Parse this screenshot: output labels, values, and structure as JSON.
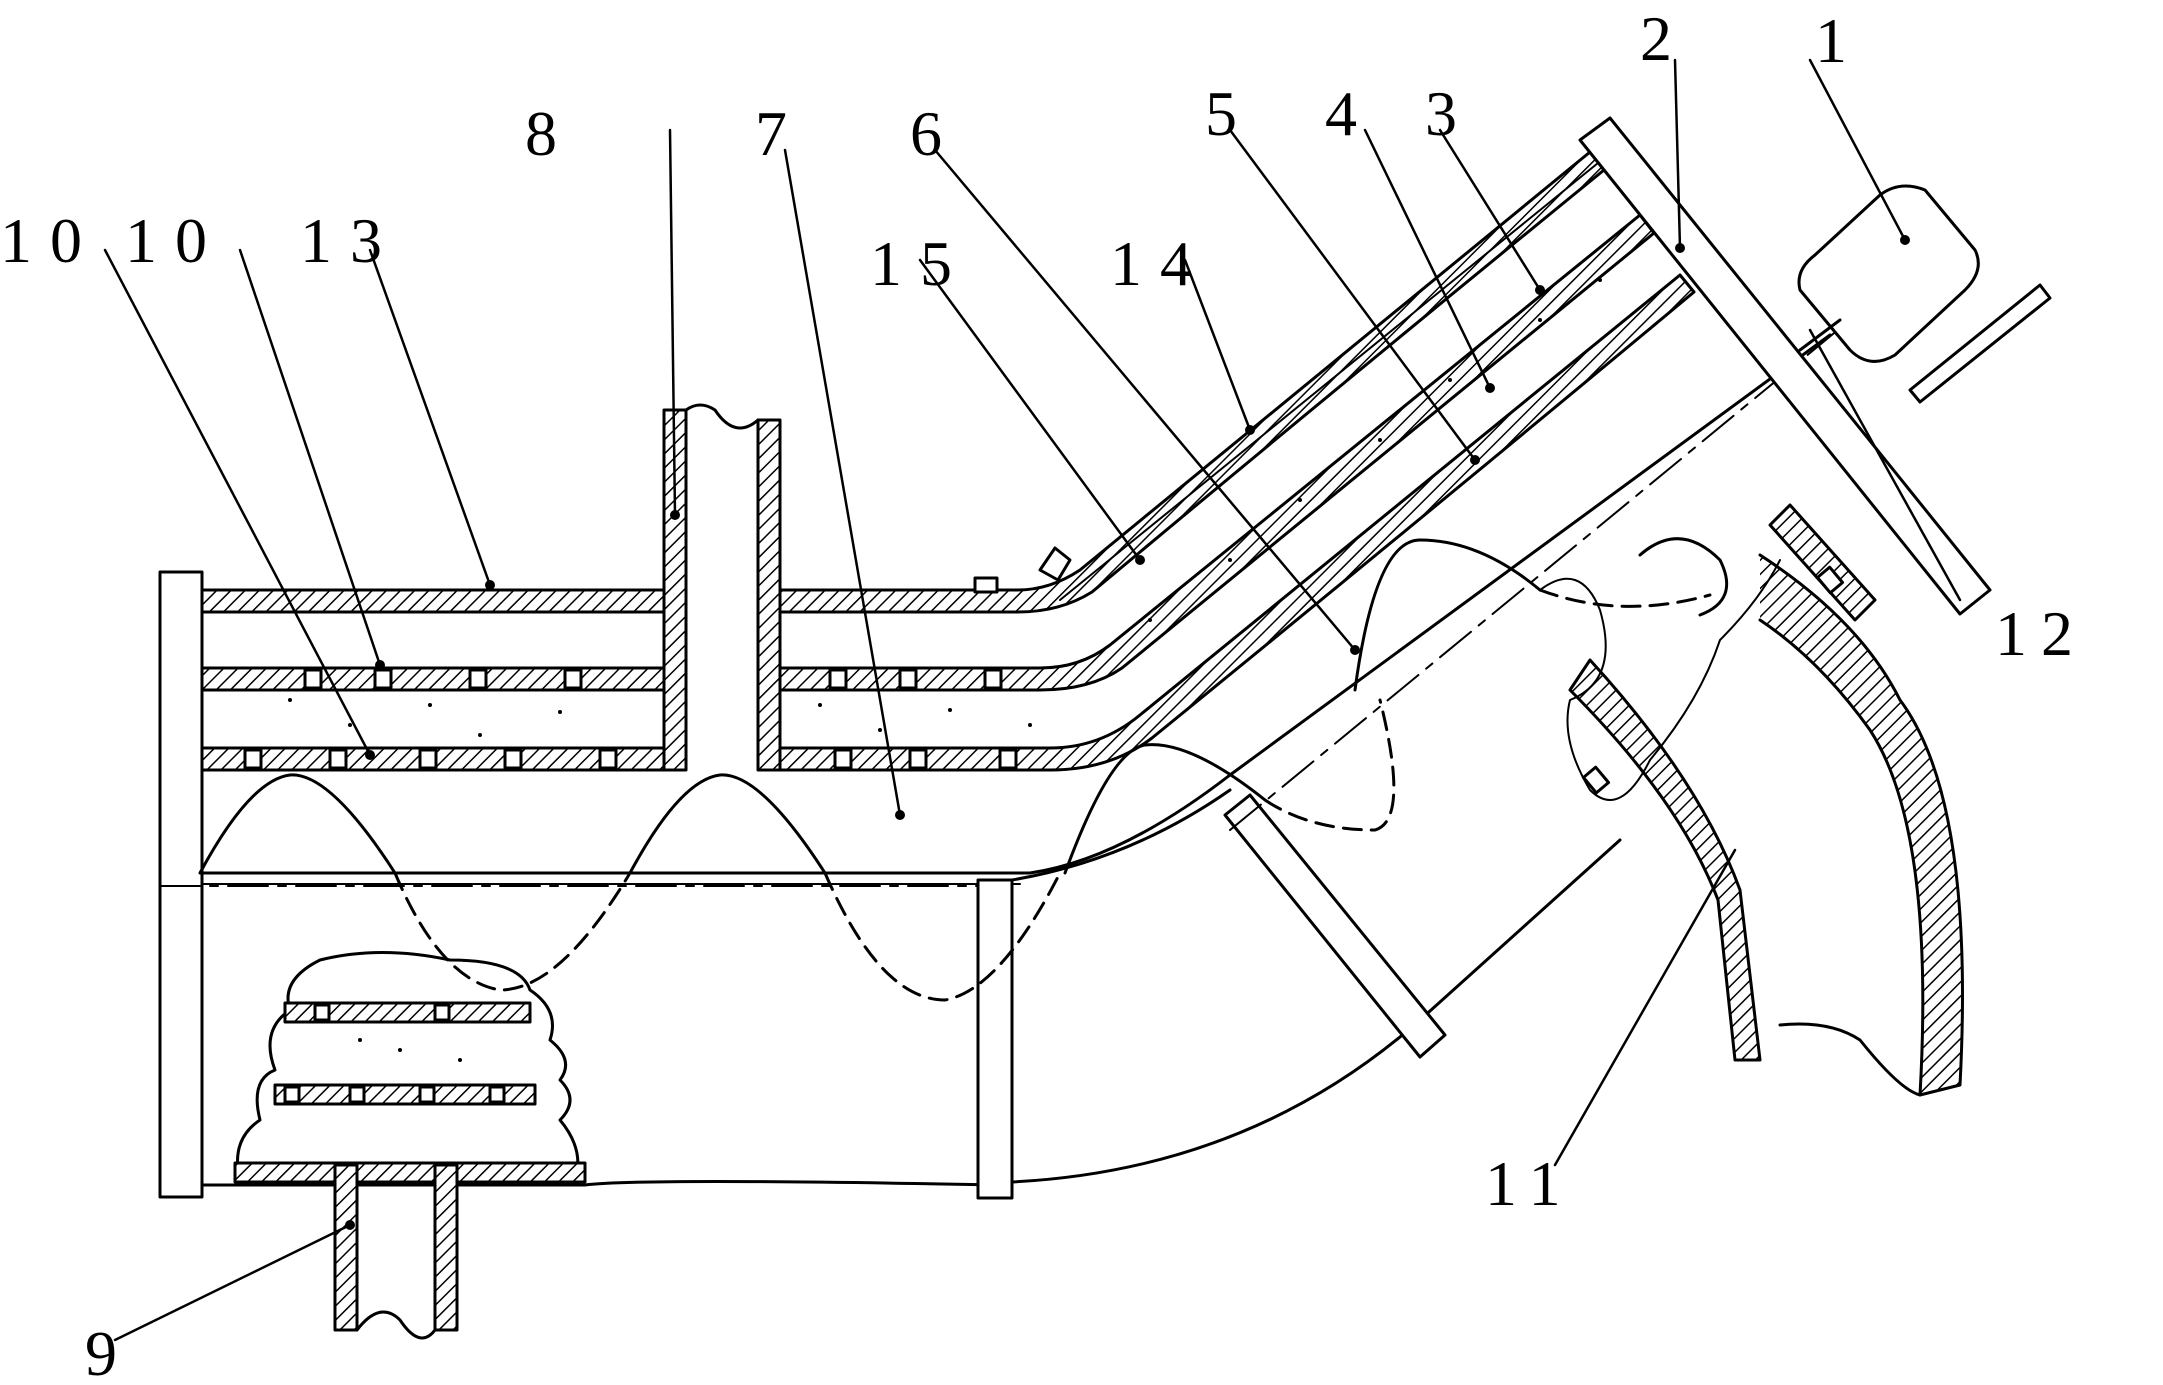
{
  "figure": {
    "labels": {
      "l1": "1",
      "l2": "2",
      "l3": "3",
      "l4": "4",
      "l5": "5",
      "l6": "6",
      "l7": "7",
      "l8": "8",
      "l9": "9",
      "l10a": "10",
      "l10b": "10",
      "l11": "11",
      "l12": "12",
      "l13": "13",
      "l14": "14",
      "l15": "15"
    }
  },
  "colors": {
    "ink": "#000000",
    "paper": "#ffffff"
  }
}
